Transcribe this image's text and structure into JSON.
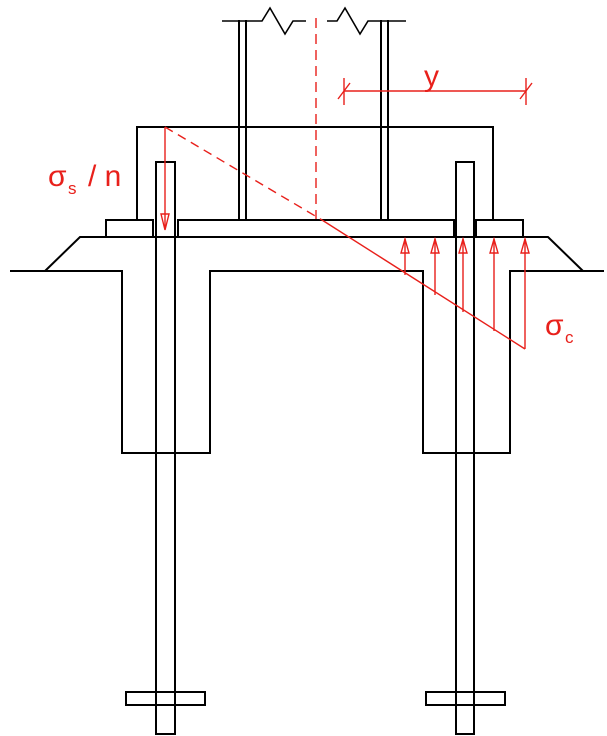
{
  "labels": {
    "stress_steel_symbol": "σ",
    "stress_steel_subscript": "s",
    "stress_steel_divisor": "/ n",
    "lever_arm": "y",
    "stress_concrete_symbol": "σ",
    "stress_concrete_subscript": "c"
  },
  "colors": {
    "structure": "#000000",
    "annotation": "#e8201b"
  }
}
